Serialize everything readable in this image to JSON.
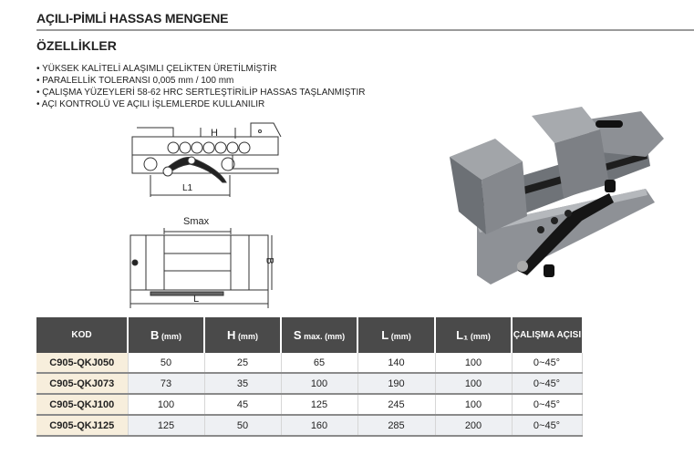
{
  "title": "AÇILI-PİMLİ HASSAS MENGENE",
  "subtitle": "ÖZELLİKLER",
  "features": [
    "YÜKSEK KALİTELİ ALAŞIMLI ÇELİKTEN ÜRETİLMİŞTİR",
    "PARALELLİK TOLERANSI 0,005 mm / 100 mm",
    "ÇALIŞMA YÜZEYLERİ 58-62 HRC SERTLEŞTİRİLİP HASSAS TAŞLANMIŞTIR",
    "AÇI KONTROLÜ VE AÇILI İŞLEMLERDE KULLANILIR"
  ],
  "drawing_labels": {
    "h": "H",
    "l1": "L1",
    "smax": "Smax",
    "b": "B",
    "l": "L"
  },
  "table": {
    "headers": [
      {
        "main": "KOD",
        "unit": ""
      },
      {
        "main": "B",
        "unit": " (mm)"
      },
      {
        "main": "H",
        "unit": " (mm)"
      },
      {
        "main": "S",
        "unit": " max. (mm)"
      },
      {
        "main": "L",
        "unit": " (mm)"
      },
      {
        "main": "L₁",
        "unit": " (mm)"
      },
      {
        "main": "ÇALIŞMA AÇISI",
        "unit": ""
      }
    ],
    "rows": [
      [
        "C905-QKJ050",
        "50",
        "25",
        "65",
        "140",
        "100",
        "0~45°"
      ],
      [
        "C905-QKJ073",
        "73",
        "35",
        "100",
        "190",
        "100",
        "0~45°"
      ],
      [
        "C905-QKJ100",
        "100",
        "45",
        "125",
        "245",
        "100",
        "0~45°"
      ],
      [
        "C905-QKJ125",
        "125",
        "50",
        "160",
        "285",
        "200",
        "0~45°"
      ]
    ]
  },
  "colors": {
    "header_bg": "#4a4a4a",
    "code_bg": "#f7eedc",
    "alt_row": "#eef0f3"
  }
}
